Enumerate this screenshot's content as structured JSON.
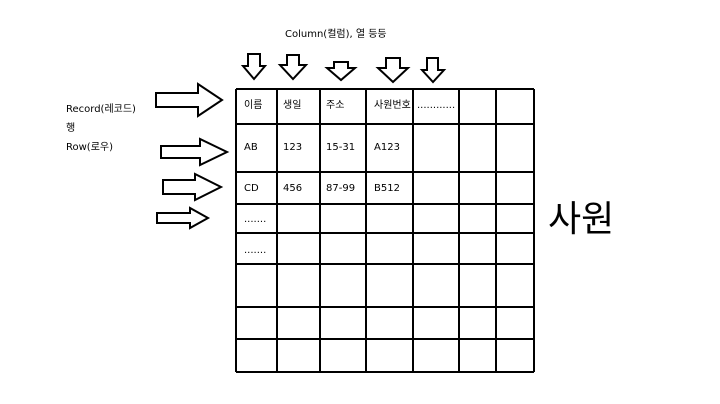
{
  "column_caption": "Column(컬럼), 열 등등",
  "row_captions": [
    "Record(레코드)",
    "행",
    "Row(로우)"
  ],
  "table_name": "사원",
  "table": {
    "rows": [
      [
        "이름",
        "생일",
        "주소",
        "사원번호",
        "............",
        "",
        ""
      ],
      [
        "AB",
        "123",
        "15-31",
        "A123",
        "",
        "",
        ""
      ],
      [
        "CD",
        "456",
        "87-99",
        "B512",
        "",
        "",
        ""
      ],
      [
        ".......",
        "",
        "",
        "",
        "",
        "",
        ""
      ],
      [
        ".......",
        "",
        "",
        "",
        "",
        "",
        ""
      ],
      [
        "",
        "",
        "",
        "",
        "",
        "",
        ""
      ],
      [
        "",
        "",
        "",
        "",
        "",
        "",
        ""
      ],
      [
        "",
        "",
        "",
        "",
        "",
        "",
        ""
      ]
    ]
  },
  "colors": {
    "stroke": "#000000",
    "background": "#ffffff"
  }
}
